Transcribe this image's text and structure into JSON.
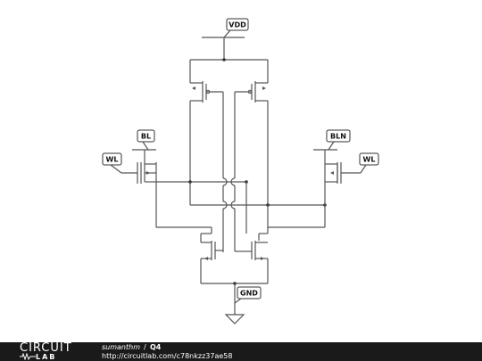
{
  "labels": {
    "vdd": "VDD",
    "gnd": "GND",
    "bl": "BL",
    "bln": "BLN",
    "wl_left": "WL",
    "wl_right": "WL"
  },
  "footer": {
    "logo_top": "CIRCUIT",
    "logo_bottom": "LAB",
    "author": "sumanthm",
    "separator": "/",
    "project": "Q4",
    "url": "http://circuitlab.com/c78nkzz37ae58"
  }
}
